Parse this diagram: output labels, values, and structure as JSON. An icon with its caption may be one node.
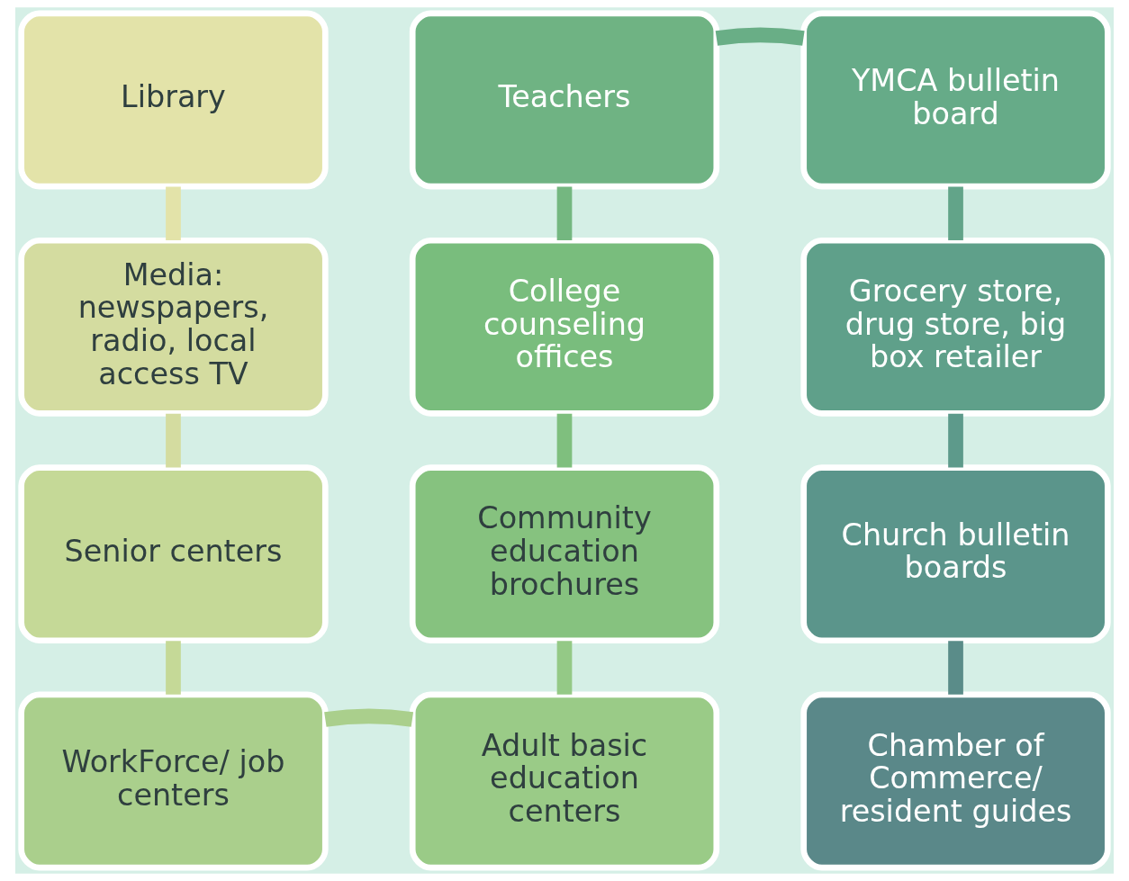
{
  "diagram": {
    "nodes": [
      {
        "text": [
          "Library"
        ]
      },
      {
        "text": [
          "Media: newspapers, radio, local access TV"
        ]
      },
      {
        "text": [
          "Senior centers"
        ]
      },
      {
        "text": [
          "WorkForce/ job centers"
        ]
      },
      {
        "text": [
          "Teachers"
        ]
      },
      {
        "text": [
          "College counseling offices"
        ]
      },
      {
        "text": [
          "Community education brochures"
        ]
      },
      {
        "text": [
          "Adult basic education centers"
        ]
      },
      {
        "text": [
          "YMCA bulletin board"
        ]
      },
      {
        "text": [
          "Grocery store, drug store, big box retailer"
        ]
      },
      {
        "text": [
          "Church bulletin boards"
        ]
      },
      {
        "text": [
          "Chamber of Commerce/ resident guides"
        ]
      }
    ],
    "edges": [
      {
        "from": 0,
        "to": 1,
        "arrow": "none",
        "color": "#e3e3a9"
      },
      {
        "from": 1,
        "to": 2,
        "arrow": "none",
        "color": "#d4dca0"
      },
      {
        "from": 2,
        "to": 3,
        "arrow": "none",
        "color": "#c5d997"
      },
      {
        "from": 3,
        "to": 7,
        "arrow": "none",
        "color": "#aacf8c"
      },
      {
        "from": 7,
        "to": 6,
        "arrow": "none",
        "color": "#94c986"
      },
      {
        "from": 6,
        "to": 5,
        "arrow": "none",
        "color": "#7fbf7e"
      },
      {
        "from": 5,
        "to": 4,
        "arrow": "none",
        "color": "#74b780"
      },
      {
        "from": 4,
        "to": 8,
        "arrow": "none",
        "color": "#69ae86"
      },
      {
        "from": 8,
        "to": 9,
        "arrow": "none",
        "color": "#62a489"
      },
      {
        "from": 9,
        "to": 10,
        "arrow": "none",
        "color": "#5d9a8b"
      },
      {
        "from": 10,
        "to": 11,
        "arrow": "none",
        "color": "#5a8c89"
      }
    ]
  }
}
